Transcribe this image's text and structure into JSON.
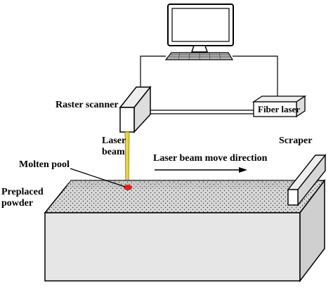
{
  "labels": {
    "raster_scanner": "Raster scanner",
    "laser_beam": "Laser beam",
    "molten_pool": "Molten pool",
    "preplaced_powder": "Preplaced powder",
    "move_direction": "Laser beam move direction",
    "scraper": "Scraper",
    "fiber_laser": "Fiber laser"
  },
  "colors": {
    "beam": "#e8d44a",
    "molten_pool": "#e02020",
    "line": "#000000",
    "block_top": "#d8d8d8",
    "block_front": "#e6e6e6",
    "block_side": "#cfcfcf",
    "screen": "#ffffff"
  },
  "icons": [
    "computer-monitor-icon",
    "keyboard-icon"
  ]
}
